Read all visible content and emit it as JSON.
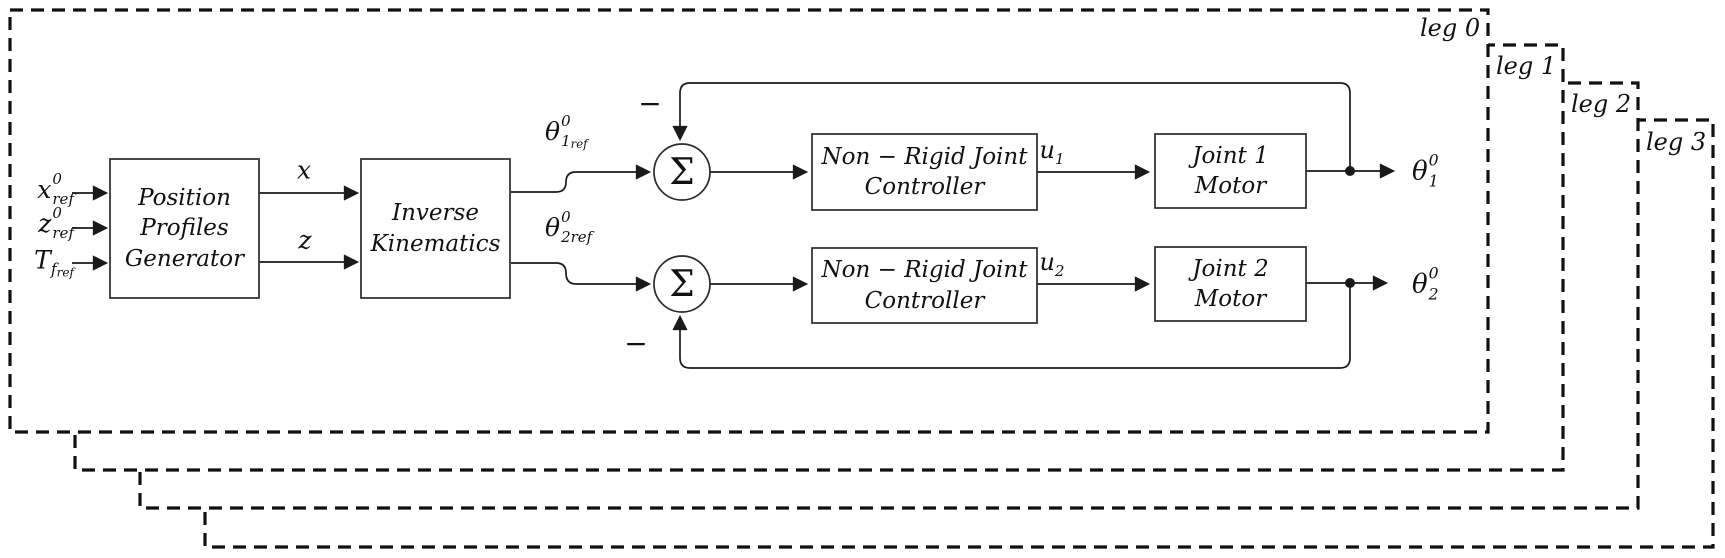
{
  "diagram": {
    "legs": [
      {
        "label": "leg 0"
      },
      {
        "label": "leg 1"
      },
      {
        "label": "leg 2"
      },
      {
        "label": "leg 3"
      }
    ],
    "inputs": {
      "x_ref": {
        "base": "x",
        "sup": "0",
        "sub": "ref"
      },
      "z_ref": {
        "base": "z",
        "sup": "0",
        "sub": "ref"
      },
      "t_fref": {
        "base": "T",
        "sub": "f",
        "subsub": "ref"
      }
    },
    "blocks": {
      "position_profiles_generator": {
        "lines": [
          "Position",
          "Profiles",
          "Generator"
        ]
      },
      "inverse_kinematics": {
        "lines": [
          "Inverse",
          "Kinematics"
        ]
      },
      "controller1": {
        "lines": [
          "Non − Rigid Joint",
          "Controller"
        ]
      },
      "controller2": {
        "lines": [
          "Non − Rigid Joint",
          "Controller"
        ]
      },
      "motor1": {
        "lines": [
          "Joint 1",
          "Motor"
        ]
      },
      "motor2": {
        "lines": [
          "Joint 2",
          "Motor"
        ]
      }
    },
    "signals": {
      "x": "x",
      "z": "z",
      "theta1ref": {
        "base": "θ",
        "sup": "0",
        "sub": "1",
        "subsub": "ref"
      },
      "theta2ref": {
        "base": "θ",
        "sup": "0",
        "sub": "2ref"
      },
      "u1": {
        "base": "u",
        "sub": "1"
      },
      "u2": {
        "base": "u",
        "sub": "2"
      },
      "theta1": {
        "base": "θ",
        "sup": "0",
        "sub": "1"
      },
      "theta2": {
        "base": "θ",
        "sup": "0",
        "sub": "2"
      },
      "sum": "Σ",
      "minus": "−"
    },
    "colors": {
      "line": "#1a1a1a",
      "background": "#ffffff"
    }
  }
}
